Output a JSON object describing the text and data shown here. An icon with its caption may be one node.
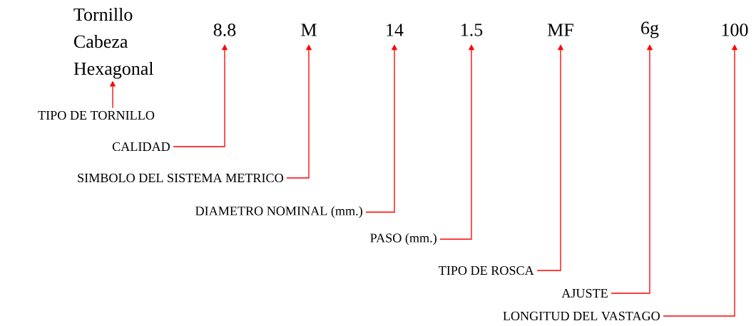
{
  "diagram": {
    "nodes": [
      {
        "text": [
          "Tornillo Cabeza Hexagonal"
        ]
      },
      {
        "text": [
          "8.8"
        ]
      },
      {
        "text": [
          "M"
        ]
      },
      {
        "text": [
          "14"
        ]
      },
      {
        "text": [
          "1.5"
        ]
      },
      {
        "text": [
          "MF"
        ]
      },
      {
        "text": [
          "6g"
        ]
      },
      {
        "text": [
          "100"
        ]
      },
      {
        "text": [
          "TIPO DE TORNILLO"
        ]
      },
      {
        "text": [
          "CALIDAD"
        ]
      },
      {
        "text": [
          "SIMBOLO DEL SISTEMA METRICO"
        ]
      },
      {
        "text": [
          "DIAMETRO NOMINAL  (mm.)"
        ]
      },
      {
        "text": [
          "PASO  (mm.)"
        ]
      },
      {
        "text": [
          "TIPO DE ROSCA"
        ]
      },
      {
        "text": [
          "AJUSTE"
        ]
      },
      {
        "text": [
          "LONGITUD DEL VASTAGO"
        ]
      }
    ],
    "edges": [
      {
        "from": 8,
        "to": 0,
        "arrow": "to"
      },
      {
        "from": 9,
        "to": 1,
        "arrow": "to"
      },
      {
        "from": 10,
        "to": 2,
        "arrow": "to"
      },
      {
        "from": 11,
        "to": 3,
        "arrow": "to"
      },
      {
        "from": 12,
        "to": 4,
        "arrow": "to"
      },
      {
        "from": 13,
        "to": 5,
        "arrow": "to"
      },
      {
        "from": 14,
        "to": 6,
        "arrow": "to"
      },
      {
        "from": 15,
        "to": 7,
        "arrow": "to"
      }
    ]
  }
}
